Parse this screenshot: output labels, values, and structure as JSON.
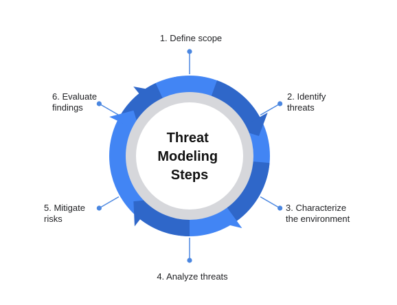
{
  "diagram": {
    "center_title": [
      "Threat",
      "Modeling",
      "Steps"
    ],
    "colors": {
      "ring_light": "#4285f4",
      "ring_dark": "#2f67c9",
      "inner_track": "#d6d7db",
      "connector": "#4a86e0",
      "text": "#202124"
    },
    "steps": [
      {
        "number": 1,
        "lines": [
          "1. Define scope"
        ]
      },
      {
        "number": 2,
        "lines": [
          "2. Identify",
          "threats"
        ]
      },
      {
        "number": 3,
        "lines": [
          "3. Characterize",
          "the environment"
        ]
      },
      {
        "number": 4,
        "lines": [
          "4. Analyze threats"
        ]
      },
      {
        "number": 5,
        "lines": [
          "5. Mitigate",
          "risks"
        ]
      },
      {
        "number": 6,
        "lines": [
          "6. Evaluate",
          "findings"
        ]
      }
    ]
  }
}
